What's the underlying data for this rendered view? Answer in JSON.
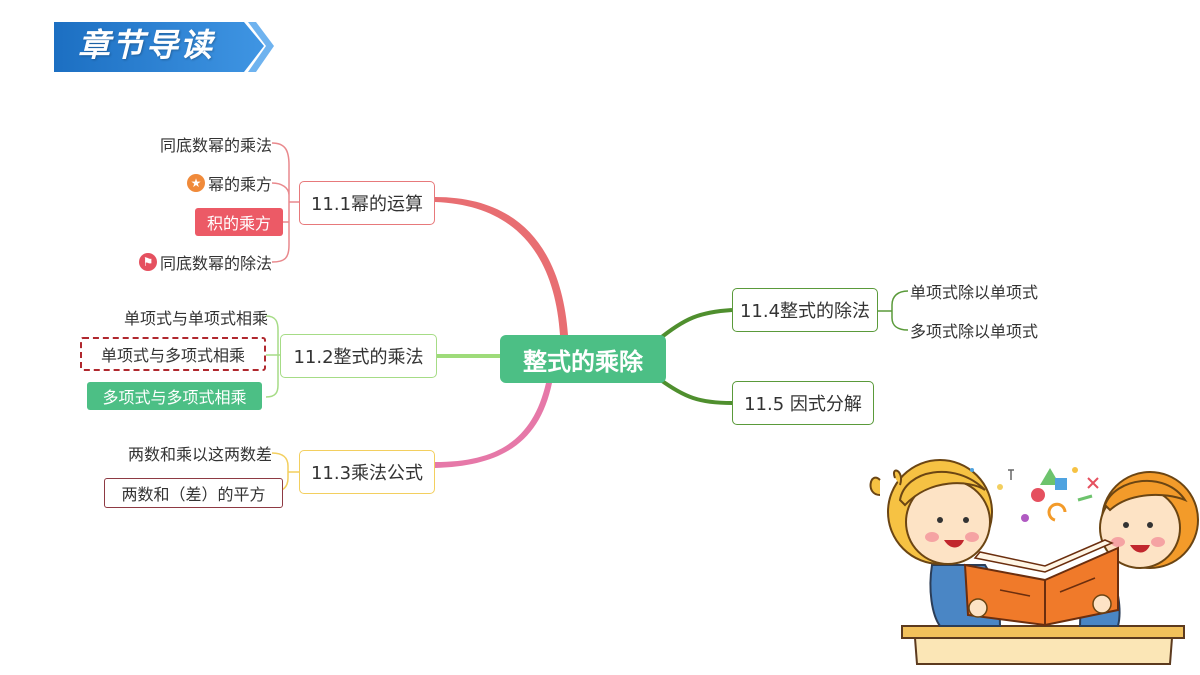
{
  "header": {
    "title": "章节导读"
  },
  "center": {
    "label": "整式的乘除",
    "color": "#4cbf85"
  },
  "branches": {
    "b1": {
      "label": "11.1幂的运算",
      "color": "#e7797b",
      "leaves": [
        {
          "label": "同底数幂的乘法"
        },
        {
          "label": "幂的乘方",
          "icon": "star-badge-icon"
        },
        {
          "label": "积的乘方",
          "fill": "#ec5a66"
        },
        {
          "label": "同底数幂的除法",
          "icon": "flag-badge-icon"
        }
      ]
    },
    "b2": {
      "label": "11.2整式的乘法",
      "color": "#a6dc86",
      "leaves": [
        {
          "label": "单项式与单项式相乘"
        },
        {
          "label": "单项式与多项式相乘",
          "border": "#b0282e"
        },
        {
          "label": "多项式与多项式相乘",
          "fill": "#4cbf85"
        }
      ]
    },
    "b3": {
      "label": "11.3乘法公式",
      "color": "#f3cf5f",
      "leaves": [
        {
          "label": "两数和乘以这两数差"
        },
        {
          "label": "两数和（差）的平方",
          "border": "#8e3a43"
        }
      ]
    },
    "b4": {
      "label": "11.4整式的除法",
      "color": "#5a9a3a",
      "leaves": [
        {
          "label": "单项式除以单项式"
        },
        {
          "label": "多项式除以单项式"
        }
      ]
    },
    "b5": {
      "label": "11.5 因式分解",
      "color": "#5a9a3a"
    }
  },
  "colors": {
    "banner": "#2d7fd0",
    "connector_top": "#e86e72",
    "connector_bottom": "#e678a8",
    "connector_mid": "#9edb7a",
    "connector_right": "#4f8f2e",
    "badge_star": "#f08a3a",
    "badge_flag": "#e5505f",
    "leaf_bracket_b1": "#e9898d",
    "leaf_bracket_b2": "#a6dc86",
    "leaf_bracket_b3": "#f3cf5f",
    "leaf_bracket_b4": "#5a9a3a"
  }
}
